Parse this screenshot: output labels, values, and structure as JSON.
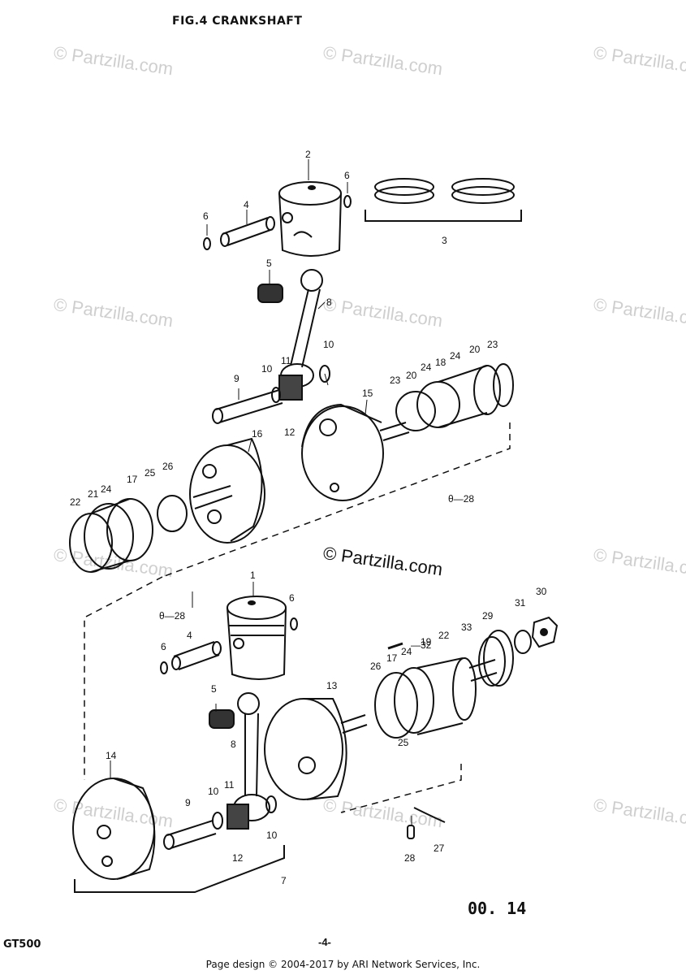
{
  "title": "FIG.4 CRANKSHAFT",
  "model": "GT500",
  "page_number": "-4-",
  "code": "00. 14",
  "watermark": "© Partzilla.com",
  "footer": "Page design © 2004-2017 by ARI Network Services, Inc.",
  "callouts": {
    "c2": "2",
    "c6a": "6",
    "c4a": "4",
    "c6b": "6",
    "c3": "3",
    "c5a": "5",
    "c8a": "8",
    "c10a": "10",
    "c11a": "11",
    "c10b": "10",
    "c9a": "9",
    "c12a": "12",
    "c15": "15",
    "c23a": "23",
    "c20a": "20",
    "c24a": "24",
    "c18": "18",
    "c24b": "24",
    "c20b": "20",
    "c23b": "23",
    "c16": "16",
    "c26a": "26",
    "c25a": "25",
    "c17a": "17",
    "c24c": "24",
    "c21": "21",
    "c22a": "22",
    "c28a": "28",
    "c28b": "28",
    "c1": "1",
    "c6c": "6",
    "c4b": "4",
    "c6d": "6",
    "c32": "32",
    "c30": "30",
    "c31": "31",
    "c29": "29",
    "c33": "33",
    "c22b": "22",
    "c19": "19",
    "c24d": "24",
    "c17b": "17",
    "c26b": "26",
    "c25b": "25",
    "c13": "13",
    "c5b": "5",
    "c8b": "8",
    "c14": "14",
    "c9b": "9",
    "c10c": "10",
    "c11b": "11",
    "c10d": "10",
    "c12b": "12",
    "c7": "7",
    "c28c": "28",
    "c27": "27"
  }
}
